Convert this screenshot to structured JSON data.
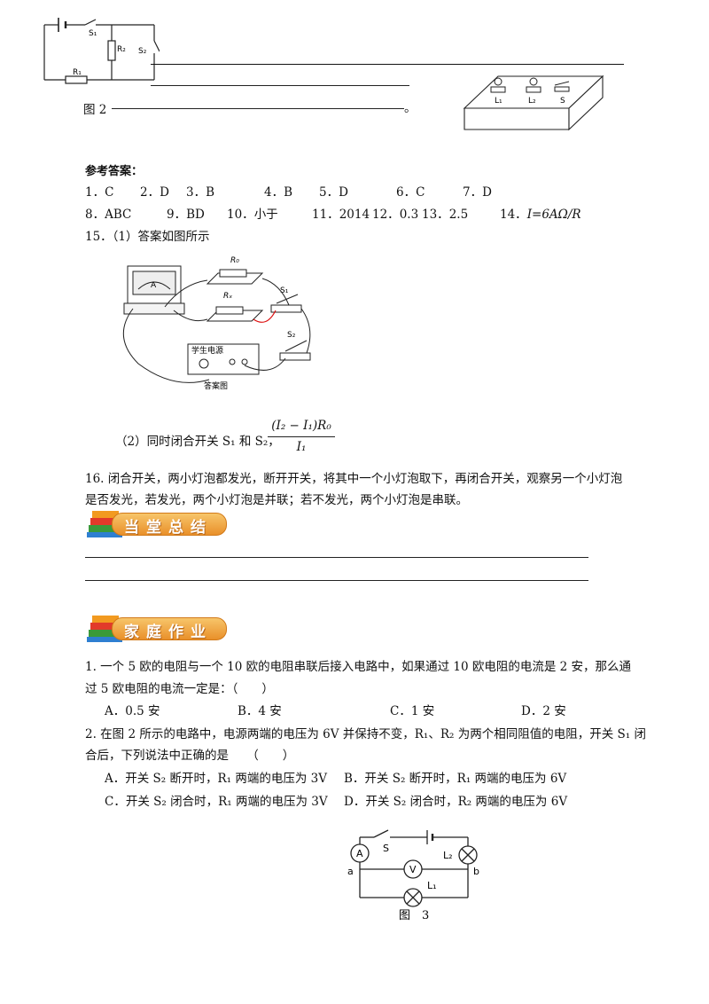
{
  "fig2_top": {
    "labels": {
      "s1": "S₁",
      "r2": "R₂",
      "s2": "S₂",
      "r1": "R₁"
    },
    "caption": "图 2",
    "caption_end": "。"
  },
  "box_device": {
    "l1": "L₁",
    "l2": "L₂",
    "s": "S"
  },
  "answers": {
    "heading": "参考答案：",
    "row1": [
      {
        "n": "1．",
        "v": "C"
      },
      {
        "n": "2．",
        "v": "D"
      },
      {
        "n": "3．",
        "v": "B"
      },
      {
        "n": "4．",
        "v": "B"
      },
      {
        "n": "5．",
        "v": "D"
      },
      {
        "n": "6．",
        "v": "C"
      },
      {
        "n": "7．",
        "v": "D"
      }
    ],
    "row2": [
      {
        "n": "8．",
        "v": "ABC"
      },
      {
        "n": "9．",
        "v": "BD"
      },
      {
        "n": "10．",
        "v": "小于"
      },
      {
        "n": "11．",
        "v": "2014"
      },
      {
        "n": "12．",
        "v": "0.3"
      },
      {
        "n": "13．",
        "v": "2.5"
      },
      {
        "n": "14．",
        "v": "I=6AΩ/R"
      }
    ],
    "q15_line": "15．（1）答案如图所示",
    "answer_fig": {
      "r0": "R₀",
      "rx": "Rₓ",
      "s1": "S₁",
      "s2": "S₂",
      "supply": "学生电源",
      "ammeter": "A",
      "caption": "答案图"
    },
    "q15_2_prefix": "（2）同时闭合开关 S₁ 和 S₂，",
    "q15_2_numerator": "(I₂ − I₁)R₀",
    "q15_2_denominator": "I₁",
    "q16_line1": "16. 闭合开关，两小灯泡都发光，断开开关，将其中一个小灯泡取下，再闭合开关，观察另一个小灯泡",
    "q16_line2": "是否发光，若发光，两个小灯泡是并联；若不发光，两个小灯泡是串联。"
  },
  "banners": {
    "summary": "当堂总结",
    "homework": "家庭作业"
  },
  "homework": {
    "q1_line1": "1. 一个 5 欧的电阻与一个 10 欧的电阻串联后接入电路中，如果通过 10 欧电阻的电流是 2 安，那么通",
    "q1_line2": "过 5 欧电阻的电流一定是：（　　）",
    "q1_options": [
      "A．0.5 安",
      "B．4 安",
      "C．1 安",
      "D．2 安"
    ],
    "q2_line1": "2. 在图 2 所示的电路中，电源两端的电压为 6V 并保持不变，R₁、R₂ 为两个相同阻值的电阻，开关 S₁ 闭",
    "q2_line2": "合后，下列说法中正确的是　　（　　）",
    "q2_options": [
      "A．开关 S₂ 断开时，R₁ 两端的电压为 3V",
      "B．开关 S₂ 断开时，R₁ 两端的电压为 6V",
      "C．开关 S₂ 闭合时，R₁ 两端的电压为 3V",
      "D．开关 S₂ 闭合时，R₂ 两端的电压为 6V"
    ]
  },
  "fig3": {
    "ammeter": "A",
    "voltmeter": "V",
    "switch": "S",
    "l1": "L₁",
    "l2": "L₂",
    "a": "a",
    "b": "b",
    "caption": "图　3"
  }
}
